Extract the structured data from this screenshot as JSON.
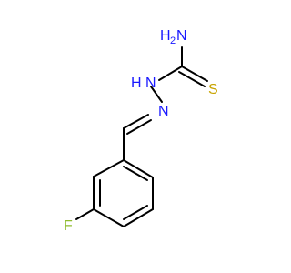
{
  "molecule": {
    "atoms": {
      "amine": {
        "symbol": "N",
        "hydrogens": "H",
        "hydrogen_count": "2"
      },
      "hydrazine_nh": {
        "symbol": "N",
        "hydrogens": "H"
      },
      "imine_n": {
        "symbol": "N"
      },
      "sulfur": {
        "symbol": "S"
      },
      "fluorine": {
        "symbol": "F"
      }
    },
    "colors": {
      "nitrogen": "#1a1aff",
      "sulfur": "#c8a400",
      "fluorine": "#8fbc2f",
      "bond": "#000000"
    }
  }
}
